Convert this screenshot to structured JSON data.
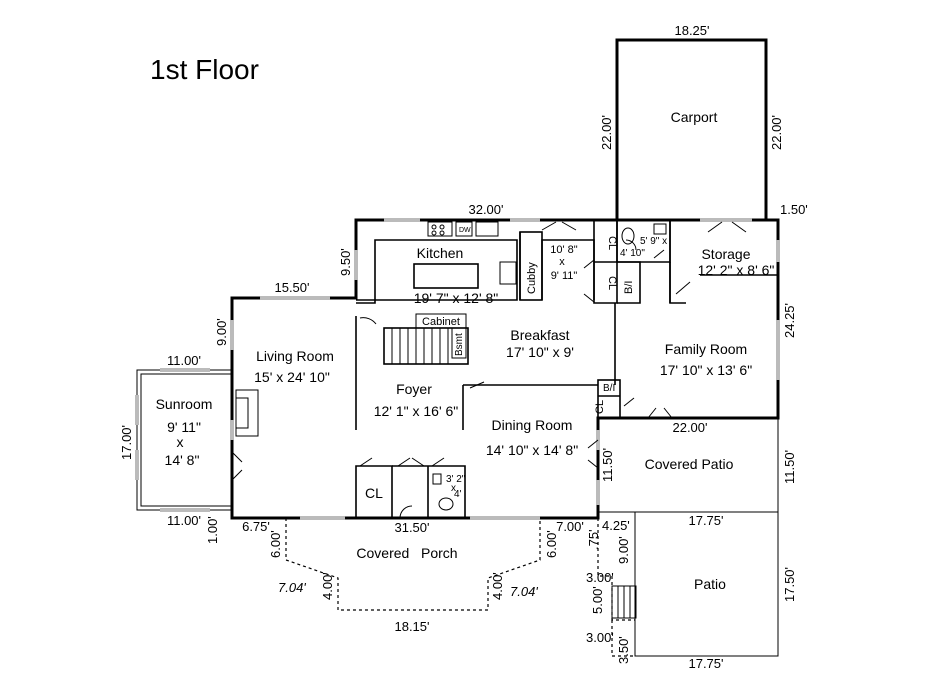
{
  "title": "1st Floor",
  "rooms": {
    "carport": "Carport",
    "kitchen": "Kitchen",
    "kitchen_size": "19' 7\" x 12' 8\"",
    "cubby": "Cubby",
    "pantry_w": "10' 8\"",
    "pantry_x": "x",
    "pantry_d": "9' 11\"",
    "cl": "CL",
    "bath_w": "5' 9\" x",
    "bath_d": "4' 10\"",
    "bi": "B/I",
    "storage": "Storage",
    "storage_size": "12' 2\" x 8' 6\"",
    "cabinet": "Cabinet",
    "bsmt": "Bsmt",
    "breakfast": "Breakfast",
    "breakfast_size": "17' 10\" x 9'",
    "family": "Family Room",
    "family_size": "17' 10\" x 13' 6\"",
    "living": "Living Room",
    "living_size": "15' x 24' 10\"",
    "foyer": "Foyer",
    "foyer_size": "12' 1\" x 16' 6\"",
    "sunroom": "Sunroom",
    "sunroom_w": "9' 11\"",
    "sunroom_x": "x",
    "sunroom_d": "14' 8\"",
    "dining": "Dining Room",
    "dining_size": "14' 10\" x 14' 8\"",
    "covered_patio": "Covered Patio",
    "covered_porch": "Covered   Porch",
    "patio": "Patio",
    "powder_w": "3' 2\"",
    "powder_x": "x",
    "powder_d": "4'",
    "dw": "DW"
  },
  "dims": {
    "carport_top": "18.25'",
    "carport_left": "22.00'",
    "carport_right": "22.00'",
    "right_step": "1.50'",
    "house_top": "32.00'",
    "kitchen_left": "9.50'",
    "living_top": "15.50'",
    "living_left": "9.00'",
    "sunroom_top": "11.00'",
    "sunroom_left": "17.00'",
    "sunroom_bottom": "11.00'",
    "step_left": "1.00'",
    "porch_left_stub": "6.75'",
    "front_wall": "31.50'",
    "porch_right_stub": "7.00'",
    "porch_depth_left": "6.00'",
    "porch_depth_right": "6.00'",
    "porch_inner_left": "4.00'",
    "porch_inner_right": "4.00'",
    "porch_diag_left": "7.04'",
    "porch_diag_right": "7.04'",
    "porch_front": "18.15'",
    "family_right": "24.25'",
    "family_bottom": "22.00'",
    "dining_right": "11.50'",
    "covered_patio_right": "11.50'",
    "patio_top": "17.75'",
    "patio_right": "17.50'",
    "patio_bottom": "17.75'",
    "patio_notch_w": "4.25'",
    "patio_notch_d": ".75'",
    "patio_upper_left": "9.00'",
    "steps_w_top": "3.00'",
    "steps_d": "5.00'",
    "steps_w_bottom": "3.00'",
    "patio_lower_left": "3.50'"
  },
  "colors": {
    "walls": "#000000",
    "windows": "#bbbbbb",
    "background": "#ffffff"
  }
}
